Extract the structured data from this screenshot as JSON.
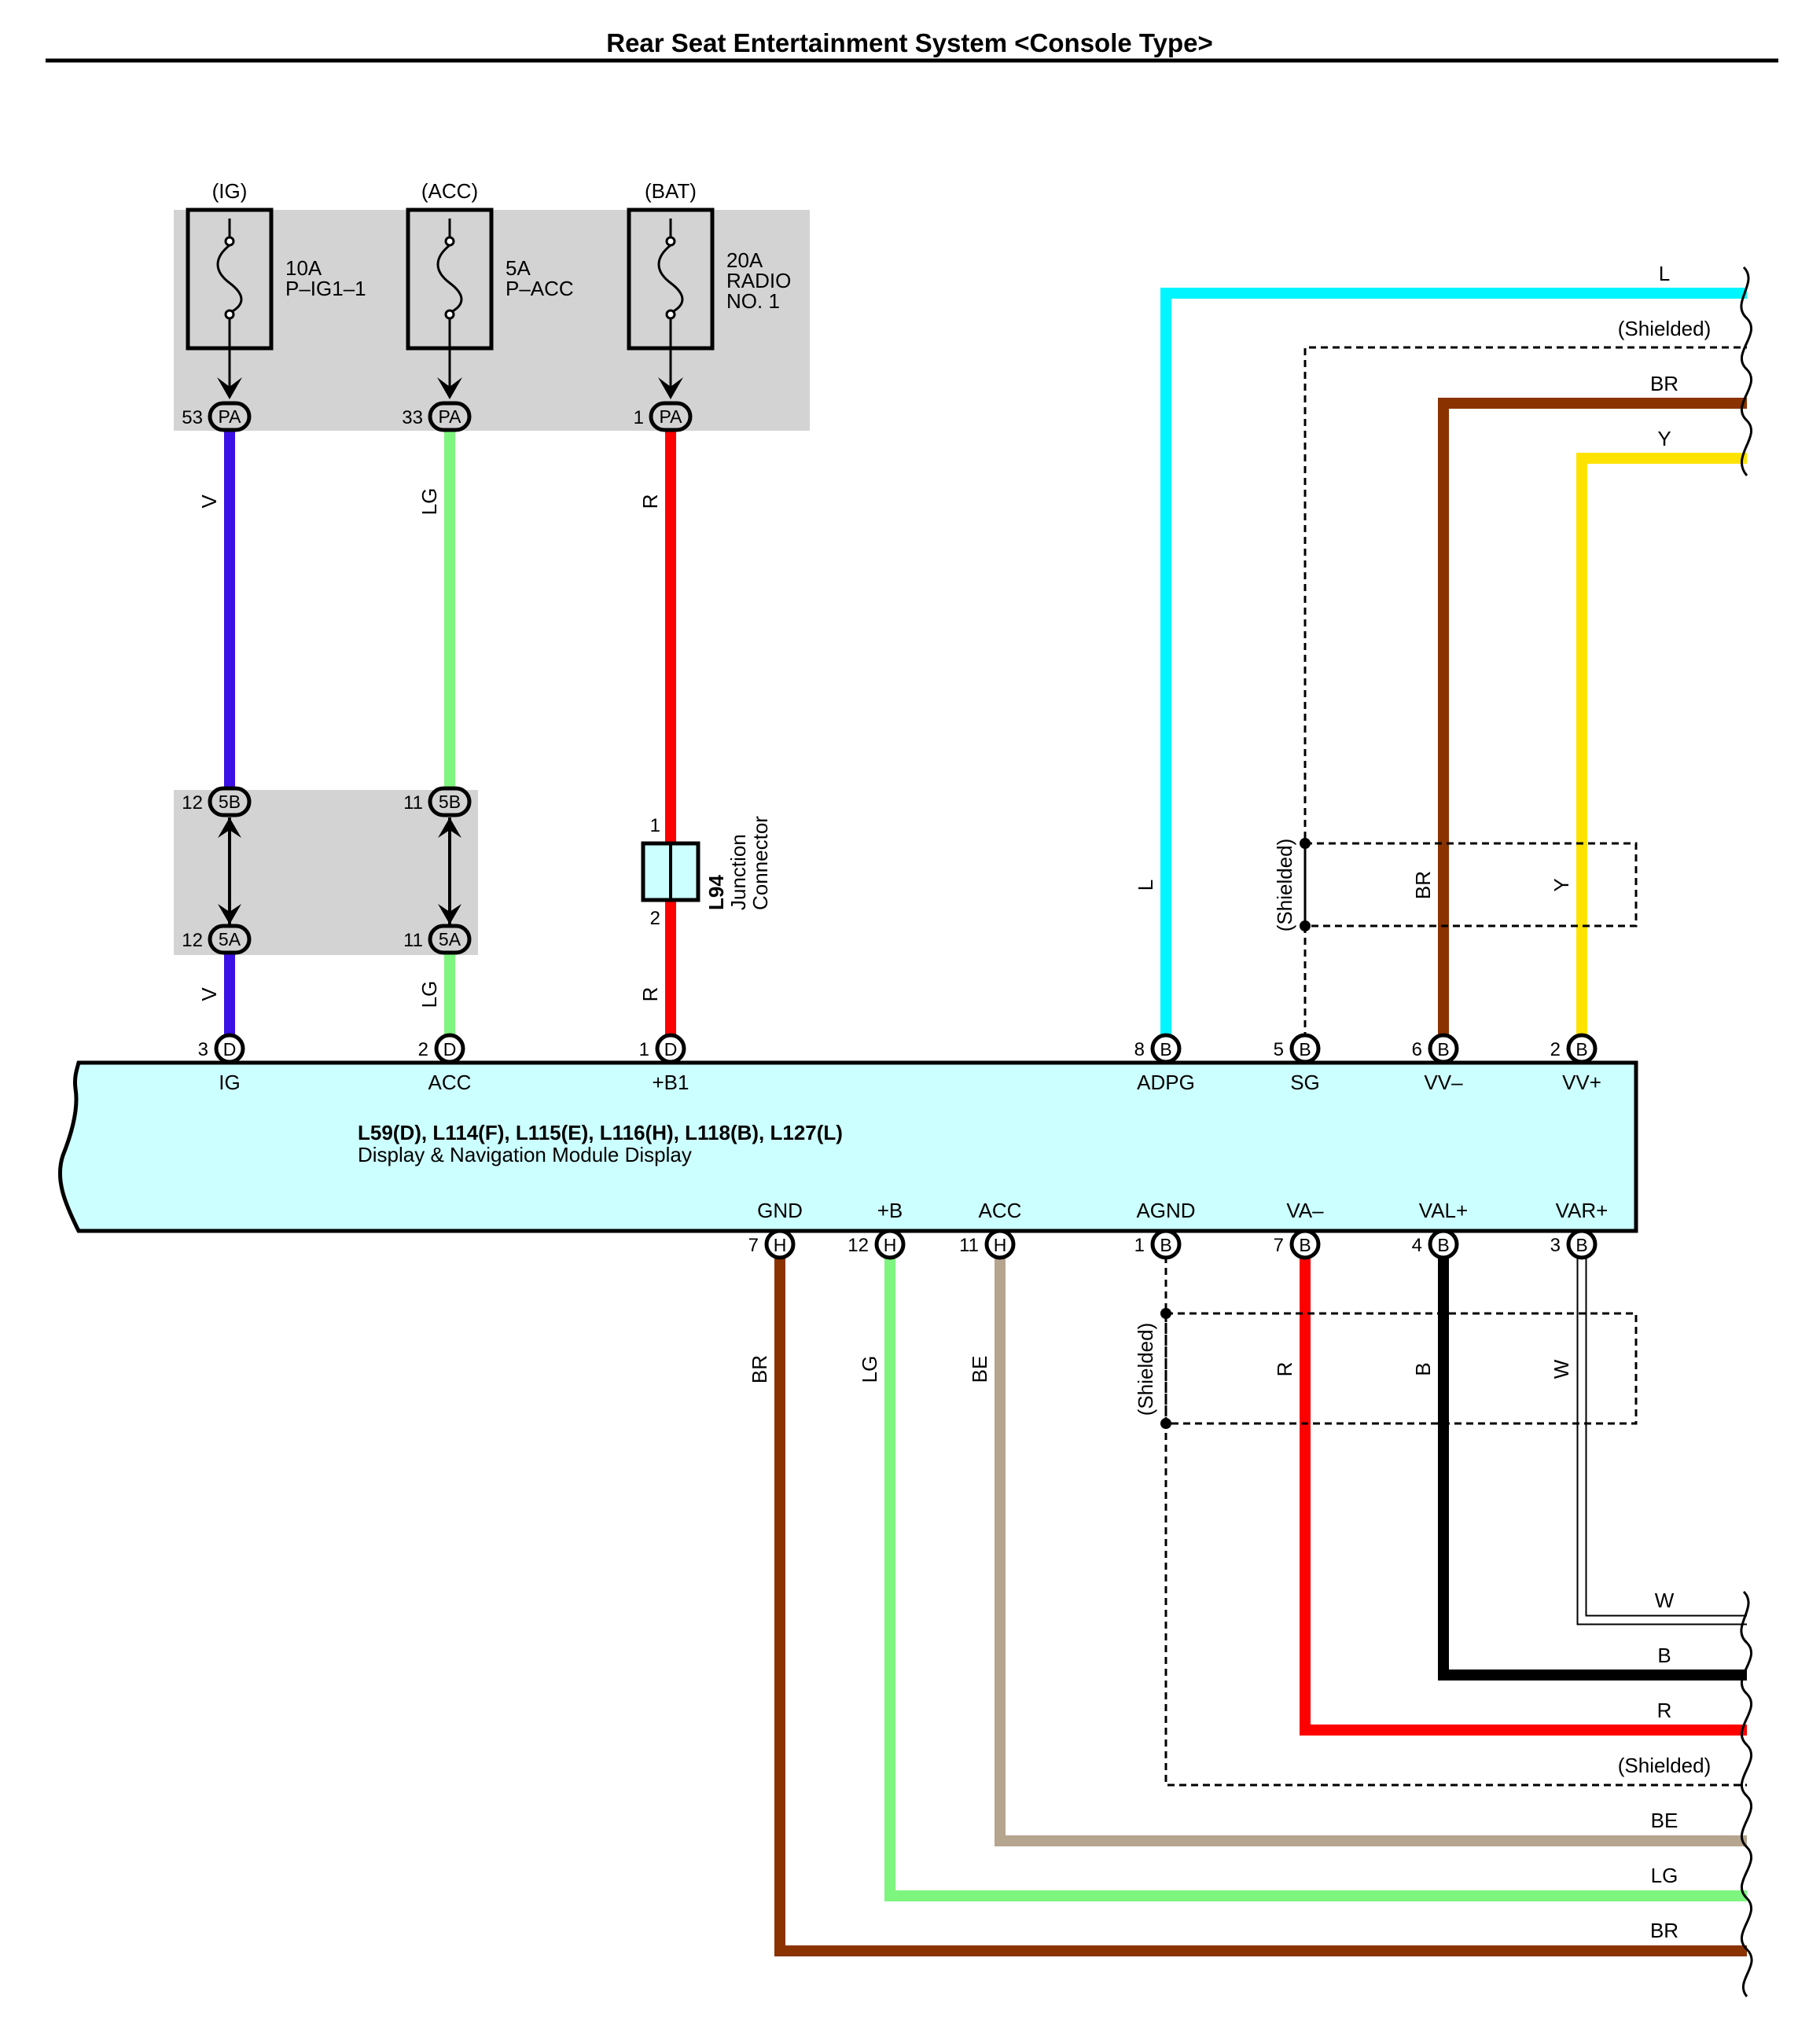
{
  "title": "Rear Seat Entertainment System <Console Type>",
  "colors": {
    "V": "#3a10e6",
    "LG": "#7ef57e",
    "R": "#ff0000",
    "L": "#00f5ff",
    "BR": "#8a3300",
    "Y": "#ffe300",
    "BE": "#b5a48e",
    "B": "#000000",
    "W": "#ffffff",
    "module_fill": "#ccffff",
    "relay_box_fill": "#d3d3d3"
  },
  "fuses": [
    {
      "supply": "(IG)",
      "rating": "10A",
      "name": "P–IG1–1",
      "pin": "53",
      "connector": "PA",
      "wire": "V"
    },
    {
      "supply": "(ACC)",
      "rating": "5A",
      "name": "P–ACC",
      "pin": "33",
      "connector": "PA",
      "wire": "LG"
    },
    {
      "supply": "(BAT)",
      "rating": "20A",
      "name": "RADIO",
      "name2": "NO. 1",
      "pin": "1",
      "connector": "PA",
      "wire": "R"
    }
  ],
  "junction_block": [
    {
      "top_pin": "12",
      "top_conn": "5B",
      "bottom_pin": "12",
      "bottom_conn": "5A",
      "wire": "V"
    },
    {
      "top_pin": "11",
      "top_conn": "5B",
      "bottom_pin": "11",
      "bottom_conn": "5A",
      "wire": "LG"
    }
  ],
  "junction_connector": {
    "id": "L94",
    "name_line1": "Junction",
    "name_line2": "Connector",
    "pin_in": "1",
    "pin_out": "2",
    "wire": "R"
  },
  "module": {
    "ids": "L59(D), L114(F), L115(E), L116(H), L118(B), L127(L)",
    "name": "Display & Navigation Module Display",
    "top_terminals": [
      {
        "pin": "3",
        "conn": "D",
        "name": "IG",
        "wire": "V"
      },
      {
        "pin": "2",
        "conn": "D",
        "name": "ACC",
        "wire": "LG"
      },
      {
        "pin": "1",
        "conn": "D",
        "name": "+B1",
        "wire": "R"
      },
      {
        "pin": "8",
        "conn": "B",
        "name": "ADPG",
        "wire": "L"
      },
      {
        "pin": "5",
        "conn": "B",
        "name": "SG",
        "wire": "(Shielded)"
      },
      {
        "pin": "6",
        "conn": "B",
        "name": "VV–",
        "wire": "BR"
      },
      {
        "pin": "2",
        "conn": "B",
        "name": "VV+",
        "wire": "Y"
      }
    ],
    "bottom_terminals": [
      {
        "pin": "7",
        "conn": "H",
        "name": "GND",
        "wire": "BR"
      },
      {
        "pin": "12",
        "conn": "H",
        "name": "+B",
        "wire": "LG"
      },
      {
        "pin": "11",
        "conn": "H",
        "name": "ACC",
        "wire": "BE"
      },
      {
        "pin": "1",
        "conn": "B",
        "name": "AGND",
        "wire": "(Shielded)"
      },
      {
        "pin": "7",
        "conn": "B",
        "name": "VA–",
        "wire": "R"
      },
      {
        "pin": "4",
        "conn": "B",
        "name": "VAL+",
        "wire": "B"
      },
      {
        "pin": "3",
        "conn": "B",
        "name": "VAR+",
        "wire": "W"
      }
    ]
  },
  "right_upper_wires": [
    "L",
    "(Shielded)",
    "BR",
    "Y"
  ],
  "right_lower_wires": [
    "W",
    "B",
    "R",
    "(Shielded)",
    "BE",
    "LG",
    "BR"
  ],
  "wire_labels": {
    "v": "V",
    "lg": "LG",
    "r": "R",
    "l": "L",
    "br": "BR",
    "y": "Y",
    "be": "BE",
    "b": "B",
    "w": "W",
    "shielded": "(Shielded)"
  }
}
